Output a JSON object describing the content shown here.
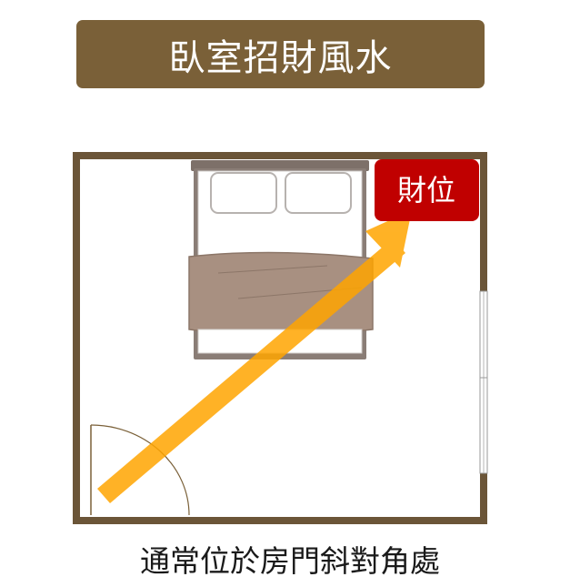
{
  "title": "臥室招財風水",
  "wealth_label": "財位",
  "caption": "通常位於房門斜對角處",
  "colors": {
    "banner": "#7a6038",
    "wall": "#6b5538",
    "bed_frame": "#7d7069",
    "blanket": "#a89081",
    "arrow": "#ffa500",
    "wealth_badge": "#c00000"
  },
  "icons": {
    "bed": "bed-icon",
    "door": "door-swing-icon",
    "window": "window-icon",
    "arrow": "diagonal-arrow-icon"
  }
}
